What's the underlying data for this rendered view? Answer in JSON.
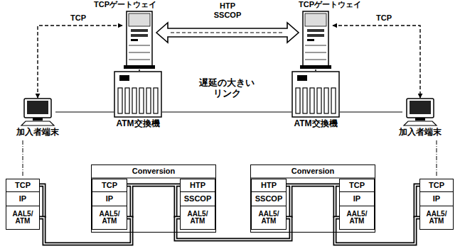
{
  "diagram": {
    "nodes": [
      {
        "text": [
          "TCPゲートウェイ"
        ]
      },
      {
        "text": [
          "TCPゲートウェイ"
        ]
      },
      {
        "text": [
          "ATM交換機"
        ]
      },
      {
        "text": [
          "ATM交換機"
        ]
      },
      {
        "text": [
          "加入者端末"
        ]
      },
      {
        "text": [
          "加入者端末"
        ]
      },
      {
        "text": [
          "TCP"
        ]
      },
      {
        "text": [
          "IP"
        ]
      },
      {
        "text": [
          "AAL5/ ATM"
        ]
      },
      {
        "text": [
          "Conversion"
        ]
      },
      {
        "text": [
          "TCP"
        ],
        "in": 9
      },
      {
        "text": [
          "IP"
        ],
        "in": 9
      },
      {
        "text": [
          "AAL5/ ATM"
        ],
        "in": 9
      },
      {
        "text": [
          "HTP"
        ],
        "in": 9
      },
      {
        "text": [
          "SSCOP"
        ],
        "in": 9
      },
      {
        "text": [
          "AAL5/ ATM"
        ],
        "in": 9
      },
      {
        "text": [
          "Conversion"
        ]
      },
      {
        "text": [
          "HTP"
        ],
        "in": 16
      },
      {
        "text": [
          "SSCOP"
        ],
        "in": 16
      },
      {
        "text": [
          "AAL5/ ATM"
        ],
        "in": 16
      },
      {
        "text": [
          "TCP"
        ],
        "in": 16
      },
      {
        "text": [
          "IP"
        ],
        "in": 16
      },
      {
        "text": [
          "AAL5/ ATM"
        ],
        "in": 16
      },
      {
        "text": [
          "TCP"
        ]
      },
      {
        "text": [
          "IP"
        ]
      },
      {
        "text": [
          "AAL5/ ATM"
        ]
      }
    ],
    "edges": [
      {
        "from": 4,
        "to": 0,
        "arrow": "both",
        "label": "TCP"
      },
      {
        "from": 0,
        "to": 1,
        "arrow": "both",
        "label": "HTP SSCOP"
      },
      {
        "from": 1,
        "to": 5,
        "arrow": "both",
        "label": "TCP"
      },
      {
        "from": 4,
        "to": 2,
        "arrow": "none"
      },
      {
        "from": 2,
        "to": 3,
        "arrow": "none",
        "label": "遅延の大きい リンク"
      },
      {
        "from": 3,
        "to": 5,
        "arrow": "none"
      },
      {
        "from": 0,
        "to": 2,
        "arrow": "none"
      },
      {
        "from": 1,
        "to": 3,
        "arrow": "none"
      },
      {
        "from": 8,
        "to": 12,
        "arrow": "none"
      },
      {
        "from": 15,
        "to": 19,
        "arrow": "none"
      },
      {
        "from": 22,
        "to": 25,
        "arrow": "none"
      }
    ]
  }
}
